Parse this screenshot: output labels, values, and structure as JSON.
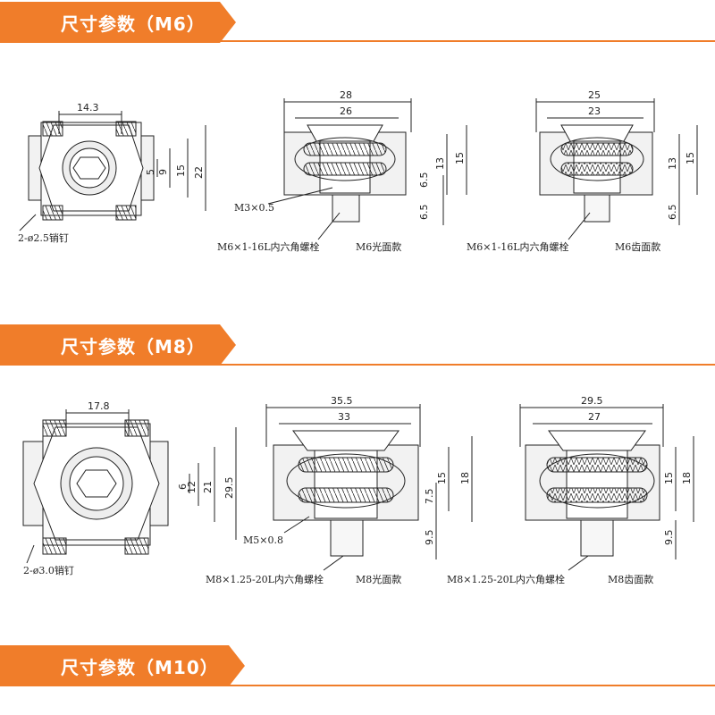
{
  "sections": [
    {
      "title": "尺寸参数（M6）",
      "top_view": {
        "width": "14.3",
        "h_inner": "5",
        "h_mid": "9",
        "h_outer": "15",
        "h_total": "22",
        "pin": "2-ø2.5销钉"
      },
      "smooth_view": {
        "w_outer": "28",
        "w_inner": "26",
        "h1": "13",
        "h2": "15",
        "h3": "6.5",
        "h4": "6.5",
        "thread": "M3×0.5",
        "bolt": "M6×1-16L内六角螺栓",
        "name": "M6光面款"
      },
      "tooth_view": {
        "w_outer": "25",
        "w_inner": "23",
        "h1": "13",
        "h2": "15",
        "h3": "6.5",
        "bolt": "M6×1-16L内六角螺栓",
        "name": "M6齿面款"
      }
    },
    {
      "title": "尺寸参数（M8）",
      "top_view": {
        "width": "17.8",
        "h_inner": "6",
        "h_mid": "12",
        "h_outer": "21",
        "h_total": "29.5",
        "pin": "2-ø3.0销钉"
      },
      "smooth_view": {
        "w_outer": "35.5",
        "w_inner": "33",
        "h1": "15",
        "h2": "18",
        "h3": "7.5",
        "h4": "9.5",
        "thread": "M5×0.8",
        "bolt": "M8×1.25-20L内六角螺栓",
        "name": "M8光面款"
      },
      "tooth_view": {
        "w_outer": "29.5",
        "w_inner": "27",
        "h1": "15",
        "h2": "18",
        "h3": "9.5",
        "bolt": "M8×1.25-20L内六角螺栓",
        "name": "M8齿面款"
      }
    },
    {
      "title": "尺寸参数（M10）"
    }
  ],
  "colors": {
    "accent": "#f07d2a",
    "line": "#222222"
  }
}
